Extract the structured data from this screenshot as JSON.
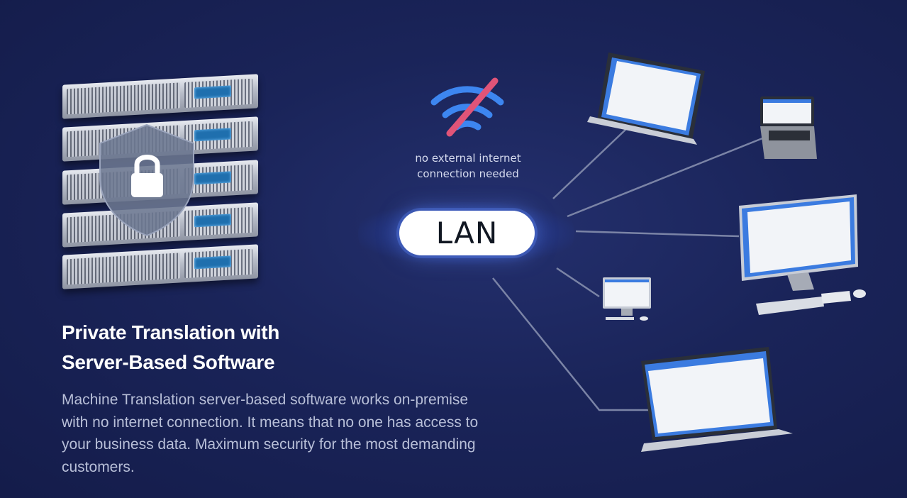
{
  "hub": {
    "label": "LAN"
  },
  "notice": {
    "line1": "no external internet",
    "line2": "connection needed",
    "icon": "wifi-off-icon"
  },
  "headline": {
    "line1": "Private Translation with",
    "line2": "Server-Based Software"
  },
  "description": {
    "line1": "Machine Translation server-based software works on-premise",
    "line2": "with no internet connection. It means that no one has access to",
    "line3": "your business data. Maximum security for the most demanding",
    "line4": "customers."
  },
  "server": {
    "icon": "server-rack-icon",
    "badge_icon": "lock-shield-icon"
  },
  "clients": [
    {
      "type": "laptop",
      "icon": "laptop-icon"
    },
    {
      "type": "laptop",
      "icon": "laptop-icon"
    },
    {
      "type": "desktop",
      "icon": "desktop-monitor-icon"
    },
    {
      "type": "desktop",
      "icon": "desktop-monitor-icon"
    },
    {
      "type": "laptop",
      "icon": "laptop-icon"
    }
  ],
  "colors": {
    "background": "#1a2459",
    "accent_blue": "#3d86f0",
    "strike_pink": "#e05478"
  }
}
